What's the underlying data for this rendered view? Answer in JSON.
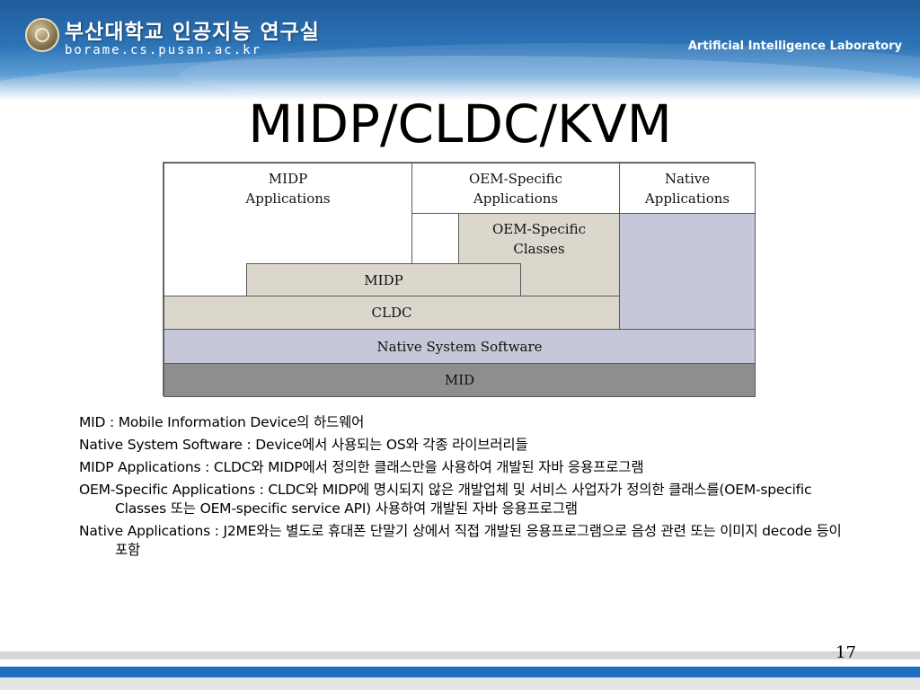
{
  "header": {
    "univ_name": "부산대학교 인공지능 연구실",
    "univ_url": "borame.cs.pusan.ac.kr",
    "lab_name": "Artificial Intelligence Laboratory"
  },
  "slide": {
    "title": "MIDP/CLDC/KVM",
    "page_number": "17"
  },
  "diagram": {
    "midp_applications": "MIDP\nApplications",
    "oem_specific_applications": "OEM-Specific\nApplications",
    "native_applications": "Native\nApplications",
    "oem_specific_classes": "OEM-Specific\nClasses",
    "midp": "MIDP",
    "cldc": "CLDC",
    "native_system_software": "Native System Software",
    "mid": "MID"
  },
  "descriptions": [
    "MID : Mobile Information Device의 하드웨어",
    "Native System Software : Device에서 사용되는 OS와 각종 라이브러리들",
    "MIDP Applications : CLDC와 MIDP에서 정의한 클래스만을 사용하여 개발된 자바 응용프로그램",
    "OEM-Specific Applications : CLDC와 MIDP에 명시되지 않은 개발업체 및 서비스 사업자가 정의한 클래스를(OEM-specific Classes 또는 OEM-specific service API) 사용하여 개발된 자바 응용프로그램",
    "Native Applications : J2ME와는 별도로 휴대폰 단말기 상에서 직접 개발된 응용프로그램으로 음성 관련 또는 이미지 decode 등이 포함"
  ]
}
